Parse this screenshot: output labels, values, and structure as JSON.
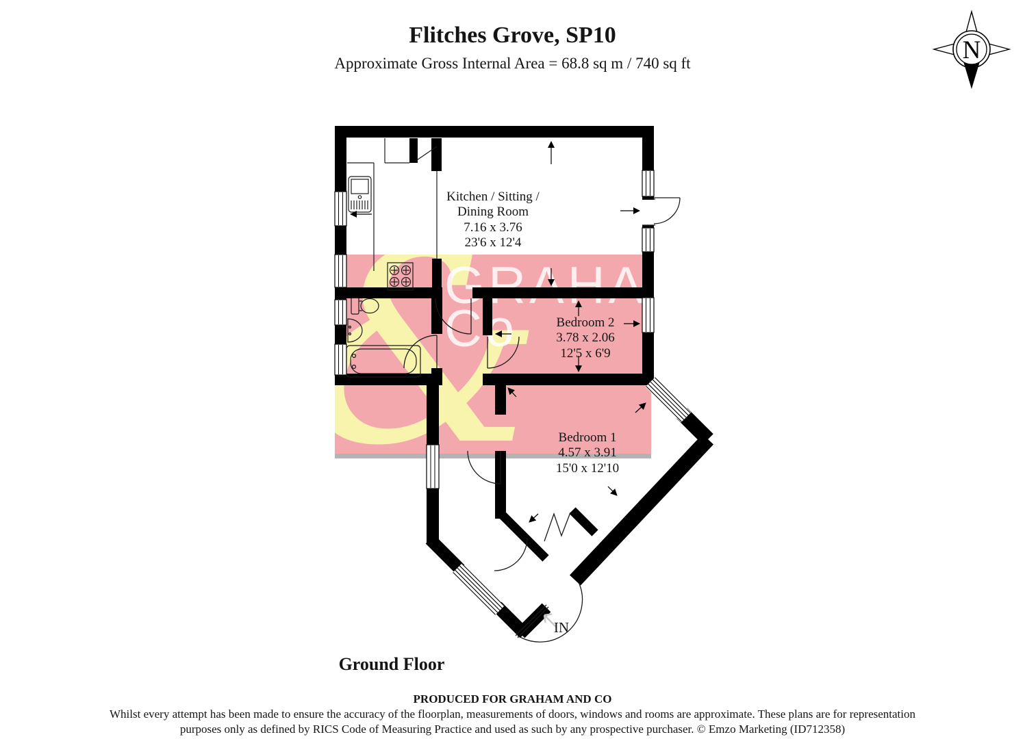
{
  "title": "Flitches Grove, SP10",
  "subtitle": "Approximate Gross Internal Area = 68.8 sq m / 740 sq ft",
  "floor_label": "Ground Floor",
  "entrance_label": "IN",
  "compass": {
    "letter": "N"
  },
  "watermark": {
    "line1": "GRAHAM",
    "line2": "Co",
    "ampersand": "&",
    "pink": "#f3a8ad",
    "yellow": "#f8f4ae",
    "gray_bar": "#b3b3b3",
    "text_white": "rgba(255,255,255,0.82)"
  },
  "colors": {
    "wall": "#000000",
    "line": "#1a1a1a",
    "background": "#ffffff"
  },
  "rooms": [
    {
      "id": "kitchen-sitting-dining",
      "label_lines": [
        "Kitchen / Sitting /",
        "Dining Room",
        "7.16 x 3.76",
        "23'6 x 12'4"
      ]
    },
    {
      "id": "bedroom-2",
      "label_lines": [
        "Bedroom 2",
        "3.78 x 2.06",
        "12'5 x 6'9"
      ]
    },
    {
      "id": "bedroom-1",
      "label_lines": [
        "Bedroom 1",
        "4.57 x 3.91",
        "15'0 x 12'10"
      ]
    }
  ],
  "footer": {
    "line1": "PRODUCED FOR GRAHAM AND CO",
    "line2": "Whilst every attempt has been made to ensure the accuracy of the floorplan, measurements of doors, windows and rooms are approximate. These plans are for representation",
    "line3": "purposes only as defined by RICS Code of Measuring Practice and used as such by any prospective purchaser. © Emzo Marketing (ID712358)"
  }
}
